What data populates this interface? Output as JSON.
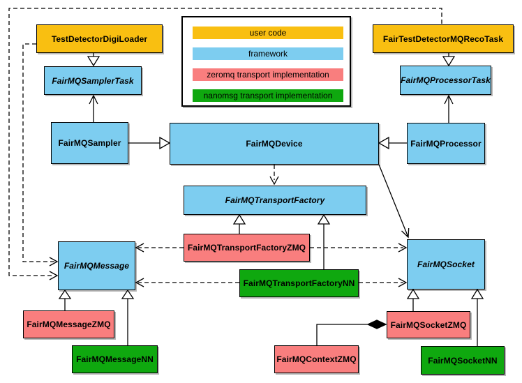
{
  "legend": {
    "items": [
      {
        "label": "user code",
        "color": "#F9BF11"
      },
      {
        "label": "framework",
        "color": "#7DCDF0"
      },
      {
        "label": "zeromq transport implementation",
        "color": "#F97E7E"
      },
      {
        "label": "nanomsg transport implementation",
        "color": "#0FA80F"
      }
    ]
  },
  "colors": {
    "user_code": "#F9BF11",
    "framework": "#7DCDF0",
    "zeromq": "#F97E7E",
    "nanomsg": "#0FA80F",
    "border": "#000000",
    "background": "#FFFFFF"
  },
  "nodes": {
    "testDetectorDigiLoader": {
      "label": "TestDetectorDigiLoader",
      "category": "user code",
      "abstract": false
    },
    "fairTestDetectorMQRecoTask": {
      "label": "FairTestDetectorMQRecoTask",
      "category": "user code",
      "abstract": false
    },
    "fairMQSamplerTask": {
      "label": "FairMQSamplerTask",
      "category": "framework",
      "abstract": true
    },
    "fairMQProcessorTask": {
      "label": "FairMQProcessorTask",
      "category": "framework",
      "abstract": true
    },
    "fairMQSampler": {
      "label": "FairMQSampler",
      "category": "framework",
      "abstract": false
    },
    "fairMQDevice": {
      "label": "FairMQDevice",
      "category": "framework",
      "abstract": false
    },
    "fairMQProcessor": {
      "label": "FairMQProcessor",
      "category": "framework",
      "abstract": false
    },
    "fairMQTransportFactory": {
      "label": "FairMQTransportFactory",
      "category": "framework",
      "abstract": true
    },
    "fairMQTransportFactoryZMQ": {
      "label": "FairMQTransportFactoryZMQ",
      "category": "zeromq",
      "abstract": false
    },
    "fairMQTransportFactoryNN": {
      "label": "FairMQTransportFactoryNN",
      "category": "nanomsg",
      "abstract": false
    },
    "fairMQMessage": {
      "label": "FairMQMessage",
      "category": "framework",
      "abstract": true
    },
    "fairMQSocket": {
      "label": "FairMQSocket",
      "category": "framework",
      "abstract": true
    },
    "fairMQMessageZMQ": {
      "label": "FairMQMessageZMQ",
      "category": "zeromq",
      "abstract": false
    },
    "fairMQMessageNN": {
      "label": "FairMQMessageNN",
      "category": "nanomsg",
      "abstract": false
    },
    "fairMQContextZMQ": {
      "label": "FairMQContextZMQ",
      "category": "zeromq",
      "abstract": false
    },
    "fairMQSocketZMQ": {
      "label": "FairMQSocketZMQ",
      "category": "zeromq",
      "abstract": false
    },
    "fairMQSocketNN": {
      "label": "FairMQSocketNN",
      "category": "nanomsg",
      "abstract": false
    }
  },
  "edges": [
    {
      "from": "TestDetectorDigiLoader",
      "to": "FairMQSamplerTask",
      "relation": "inheritance"
    },
    {
      "from": "FairTestDetectorMQRecoTask",
      "to": "FairMQProcessorTask",
      "relation": "inheritance"
    },
    {
      "from": "FairMQSampler",
      "to": "FairMQDevice",
      "relation": "inheritance"
    },
    {
      "from": "FairMQProcessor",
      "to": "FairMQDevice",
      "relation": "inheritance"
    },
    {
      "from": "FairMQSampler",
      "to": "FairMQSamplerTask",
      "relation": "association"
    },
    {
      "from": "FairMQProcessor",
      "to": "FairMQProcessorTask",
      "relation": "association"
    },
    {
      "from": "FairMQDevice",
      "to": "FairMQTransportFactory",
      "relation": "dashed-dependency"
    },
    {
      "from": "FairMQDevice",
      "to": "FairMQSocket",
      "relation": "association"
    },
    {
      "from": "FairMQTransportFactoryZMQ",
      "to": "FairMQTransportFactory",
      "relation": "inheritance"
    },
    {
      "from": "FairMQTransportFactoryNN",
      "to": "FairMQTransportFactory",
      "relation": "inheritance"
    },
    {
      "from": "FairMQTransportFactoryZMQ",
      "to": "FairMQMessage",
      "relation": "dashed-dependency"
    },
    {
      "from": "FairMQTransportFactoryZMQ",
      "to": "FairMQSocket",
      "relation": "dashed-dependency"
    },
    {
      "from": "FairMQTransportFactoryNN",
      "to": "FairMQMessage",
      "relation": "dashed-dependency"
    },
    {
      "from": "FairMQTransportFactoryNN",
      "to": "FairMQSocket",
      "relation": "dashed-dependency"
    },
    {
      "from": "TestDetectorDigiLoader",
      "to": "FairMQMessage",
      "relation": "dashed-dependency"
    },
    {
      "from": "FairTestDetectorMQRecoTask",
      "to": "FairMQMessage",
      "relation": "dashed-dependency"
    },
    {
      "from": "FairMQMessageZMQ",
      "to": "FairMQMessage",
      "relation": "inheritance"
    },
    {
      "from": "FairMQMessageNN",
      "to": "FairMQMessage",
      "relation": "inheritance"
    },
    {
      "from": "FairMQSocketZMQ",
      "to": "FairMQSocket",
      "relation": "inheritance"
    },
    {
      "from": "FairMQSocketNN",
      "to": "FairMQSocket",
      "relation": "inheritance"
    },
    {
      "from": "FairMQContextZMQ",
      "to": "FairMQSocketZMQ",
      "relation": "composition"
    }
  ]
}
